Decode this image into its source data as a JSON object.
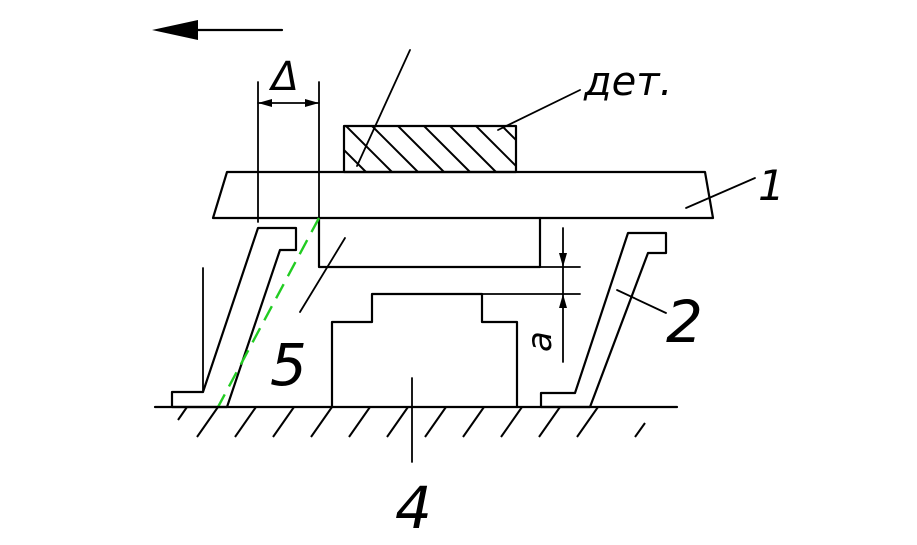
{
  "labels": {
    "delta": "Δ",
    "part": "дет.",
    "item_1": "1",
    "item_2": "2",
    "item_4": "4",
    "item_5": "5",
    "gap": "a"
  },
  "colors": {
    "line": "#000000",
    "highlight_dashed": "#22cc22"
  }
}
